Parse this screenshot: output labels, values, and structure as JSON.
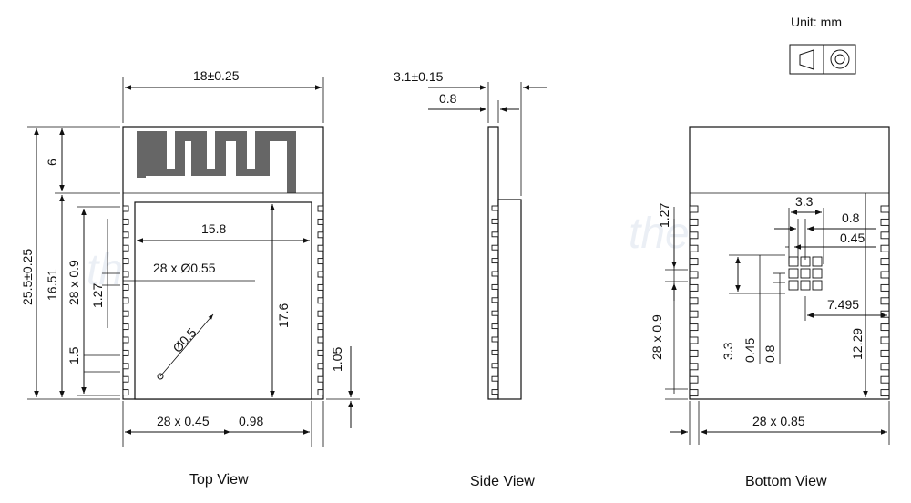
{
  "unit_label": "Unit: mm",
  "captions": {
    "top": "Top View",
    "side": "Side View",
    "bottom": "Bottom View"
  },
  "watermark": "thegioiic",
  "top_view": {
    "width": "18±0.25",
    "height": "25.5±0.25",
    "antenna": "6",
    "shield_h": "16.51",
    "pins_v": "28 x 0.9",
    "pitch": "1.27",
    "bottom_margin": "1.5",
    "shield_w": "15.8",
    "holes": "28 x Ø0.55",
    "shield_inner_h": "17.6",
    "hole_d": "Ø0.5",
    "pin_edge": "1.05",
    "pins_h": "28 x 0.45",
    "pin_offset": "0.98"
  },
  "side_view": {
    "total": "3.1±0.15",
    "pcb": "0.8"
  },
  "bottom_view": {
    "pad_w": "3.3",
    "pad_gap": "0.8",
    "pad_size": "0.45",
    "pitch": "1.27",
    "offset_x": "7.495",
    "pins_v": "28 x 0.9",
    "v_33": "3.3",
    "v_045": "0.45",
    "v_08": "0.8",
    "offset_y": "12.29",
    "pins_h": "28 x 0.85"
  }
}
